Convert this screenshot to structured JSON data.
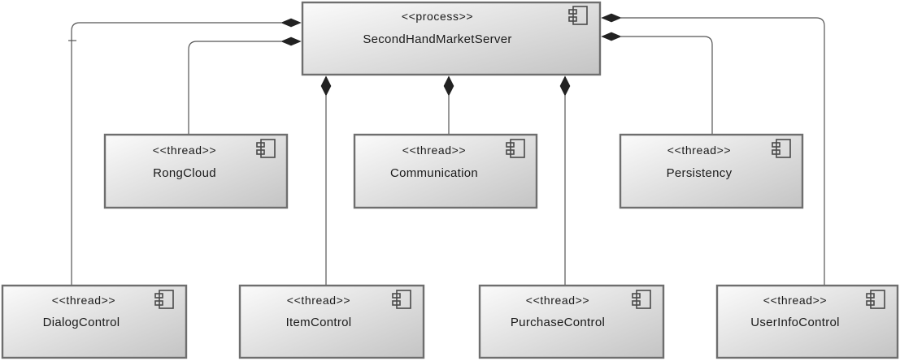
{
  "diagram": {
    "root": {
      "stereotype": "<<process>>",
      "name": "SecondHandMarketServer",
      "icon": "component-icon"
    },
    "components": [
      {
        "id": "rongcloud",
        "stereotype": "<<thread>>",
        "name": "RongCloud",
        "icon": "component-icon"
      },
      {
        "id": "communication",
        "stereotype": "<<thread>>",
        "name": "Communication",
        "icon": "component-icon"
      },
      {
        "id": "persistency",
        "stereotype": "<<thread>>",
        "name": "Persistency",
        "icon": "component-icon"
      },
      {
        "id": "dialogcontrol",
        "stereotype": "<<thread>>",
        "name": "DialogControl",
        "icon": "component-icon"
      },
      {
        "id": "itemcontrol",
        "stereotype": "<<thread>>",
        "name": "ItemControl",
        "icon": "component-icon"
      },
      {
        "id": "purchasecontrol",
        "stereotype": "<<thread>>",
        "name": "PurchaseControl",
        "icon": "component-icon"
      },
      {
        "id": "userinfocontrol",
        "stereotype": "<<thread>>",
        "name": "UserInfoControl",
        "icon": "component-icon"
      }
    ],
    "relations": [
      {
        "type": "composition",
        "whole": "root",
        "part": "dialogcontrol"
      },
      {
        "type": "composition",
        "whole": "root",
        "part": "rongcloud"
      },
      {
        "type": "composition",
        "whole": "root",
        "part": "itemcontrol"
      },
      {
        "type": "composition",
        "whole": "root",
        "part": "communication"
      },
      {
        "type": "composition",
        "whole": "root",
        "part": "purchasecontrol"
      },
      {
        "type": "composition",
        "whole": "root",
        "part": "persistency"
      },
      {
        "type": "composition",
        "whole": "root",
        "part": "userinfocontrol"
      }
    ],
    "colors": {
      "box_fill_top": "#fbfbfb",
      "box_fill_bottom": "#c4c4c4",
      "border": "#6e6e6e",
      "line": "#555555",
      "diamond": "#222222"
    }
  }
}
